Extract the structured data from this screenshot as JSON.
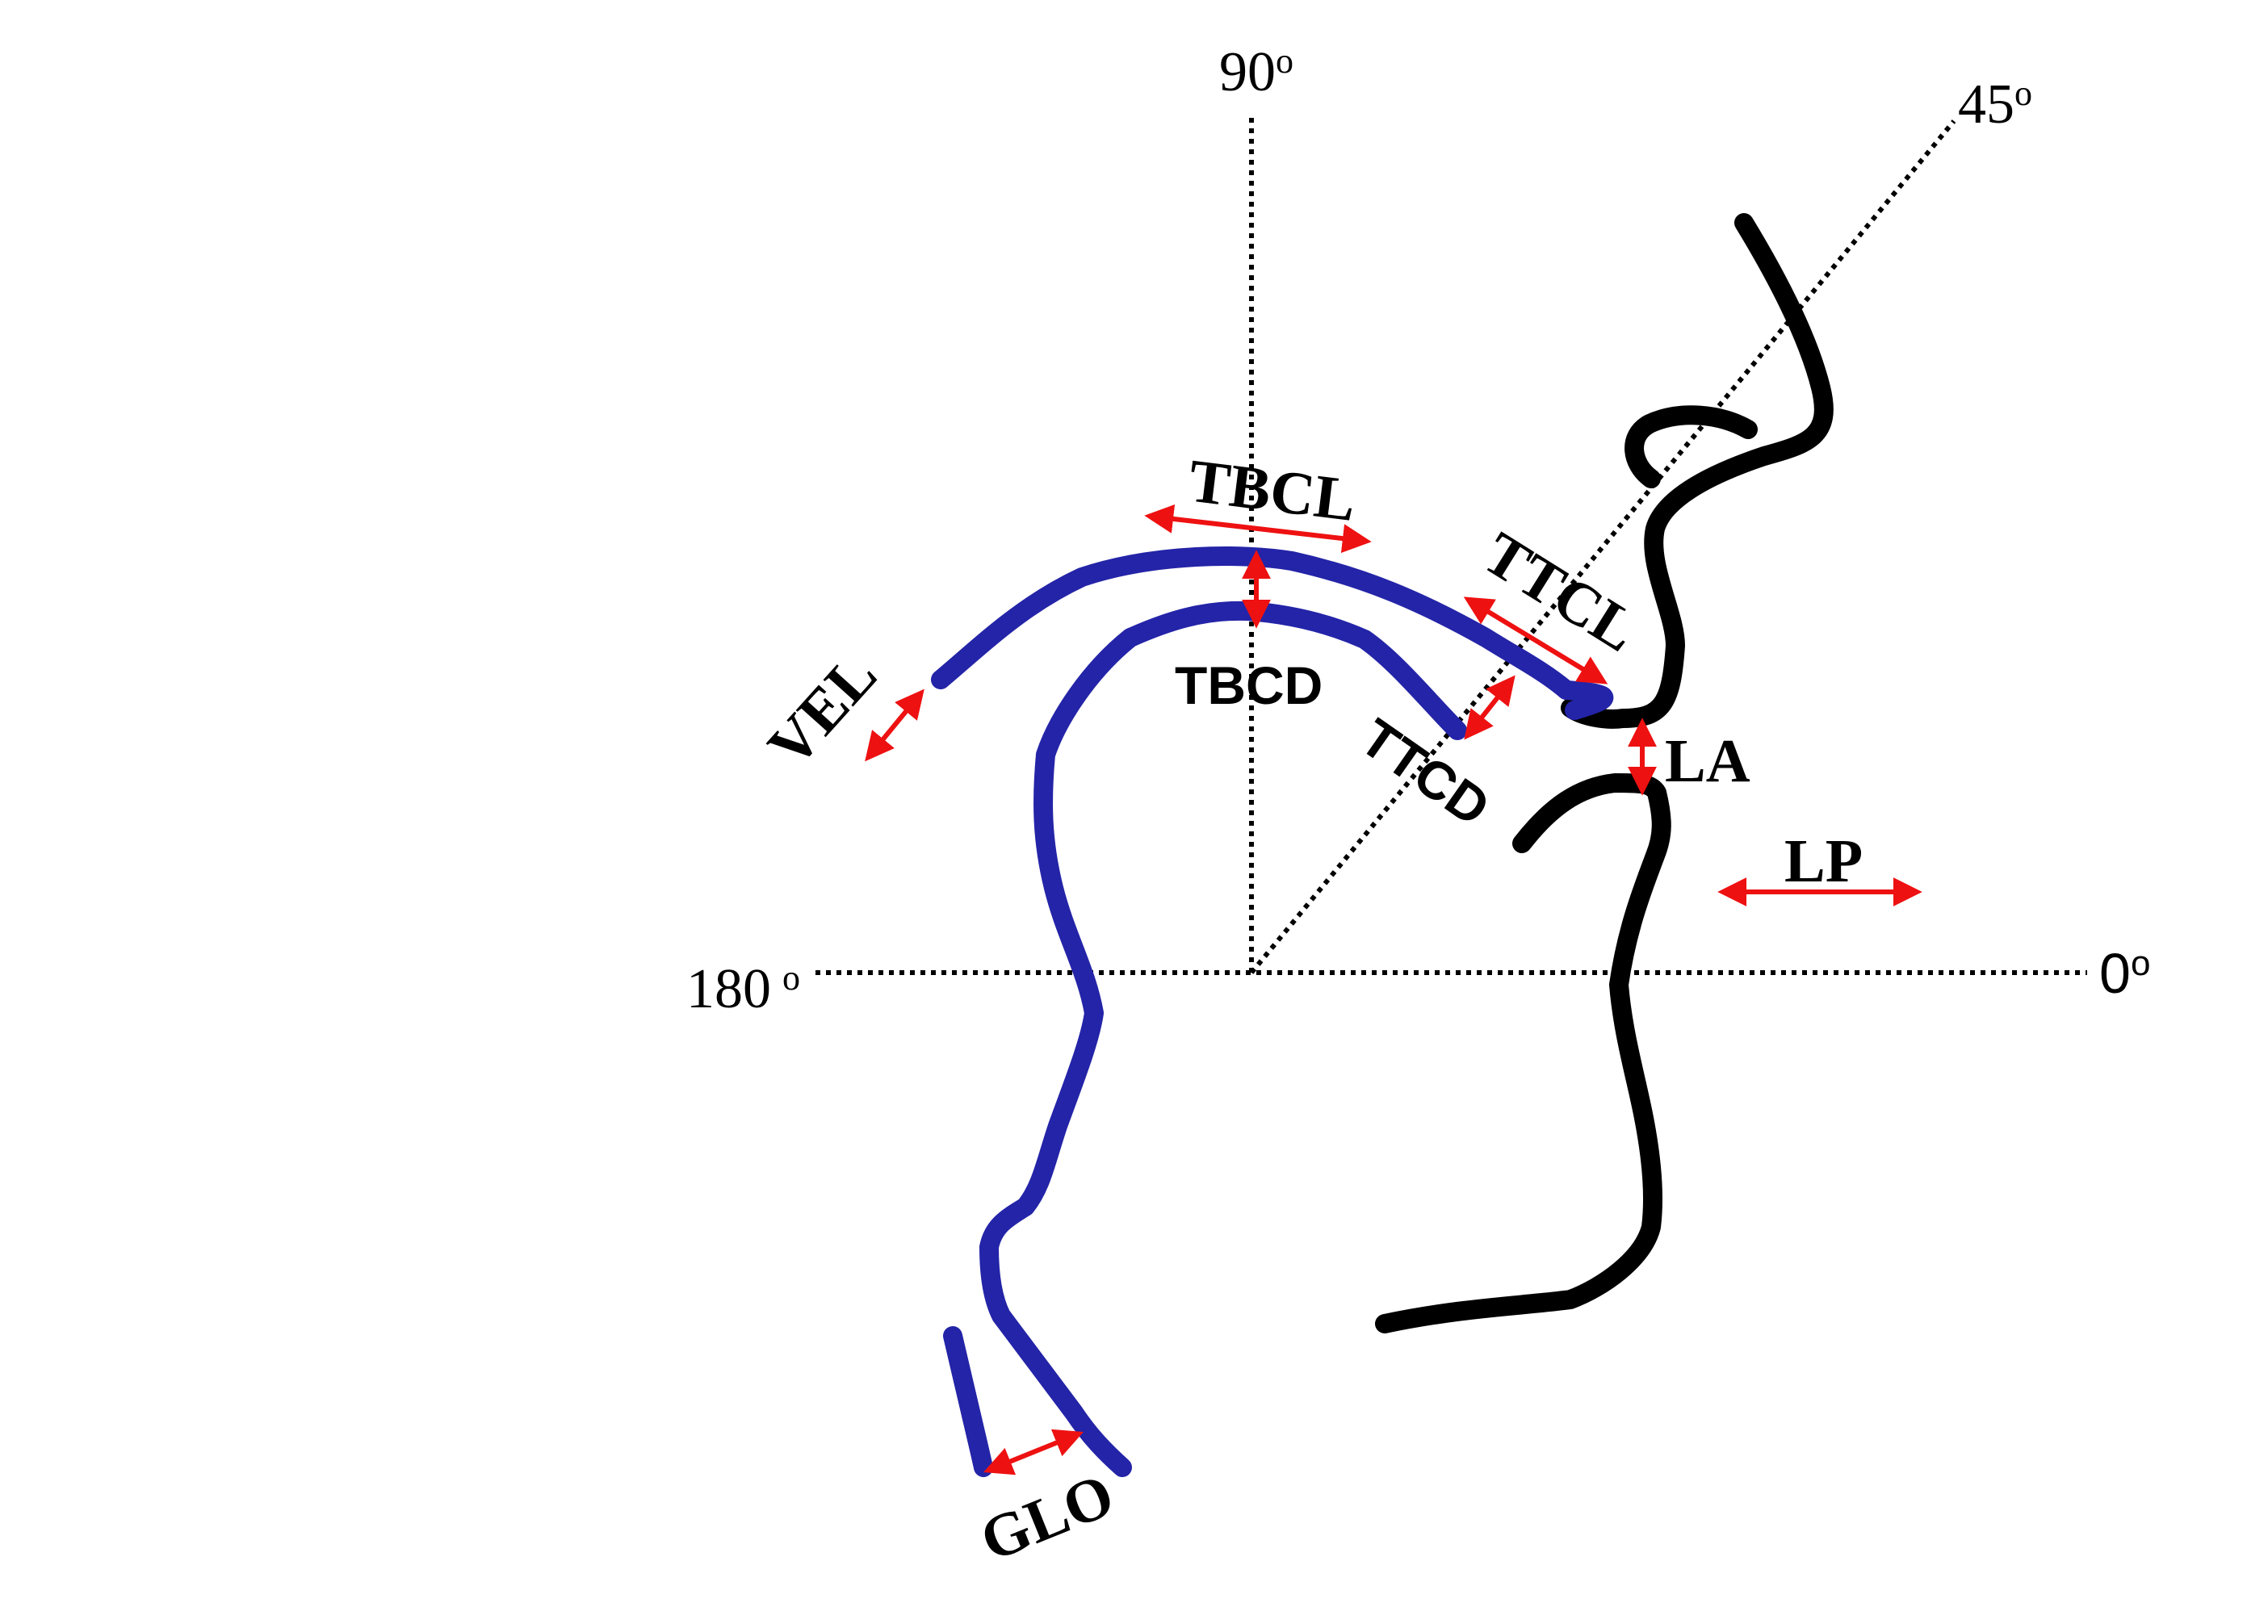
{
  "angles": {
    "deg90": "90",
    "deg45": "45",
    "deg180": "180",
    "deg0": "0",
    "degree_mark": "o"
  },
  "labels": {
    "tbcl": "TBCL",
    "tbcd": "TBCD",
    "ttcl": "TTCL",
    "ttcd": "TTCD",
    "vel": "VEL",
    "la": "LA",
    "lp": "LP",
    "glo": "GLO"
  },
  "colors": {
    "tongue": "#2424a8",
    "outline": "#000000",
    "arrow": "#ee1111",
    "axis": "#000000"
  }
}
